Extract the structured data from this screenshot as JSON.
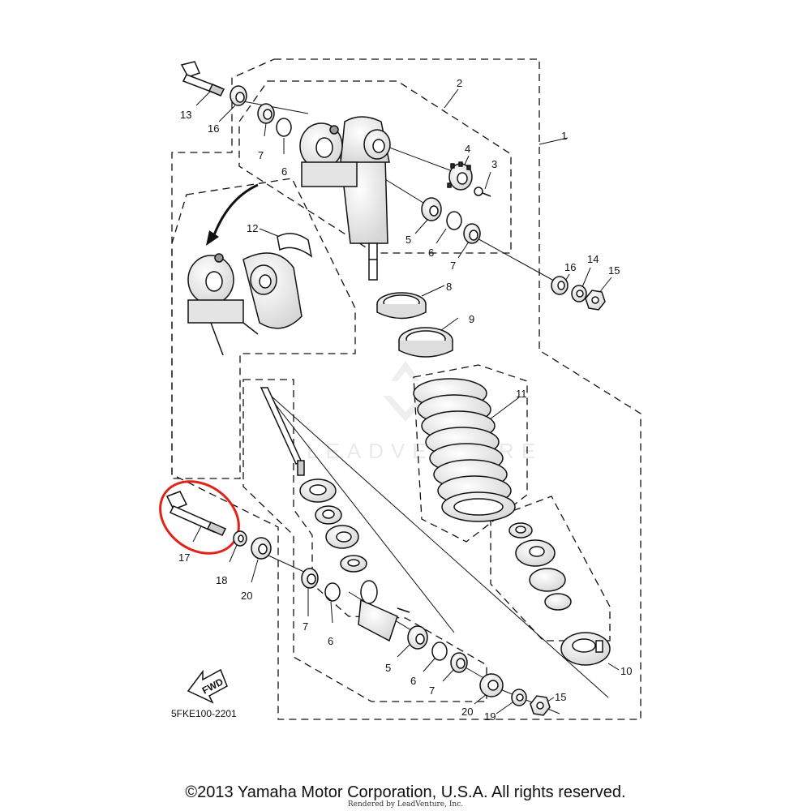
{
  "diagram": {
    "part_code": "5FKE100-2201",
    "fwd_label": "FWD",
    "watermark": "LEADVENTURE",
    "copyright": "©2013 Yamaha Motor Corporation, U.S.A. All rights reserved.",
    "rendered_by": "Rendered by LeadVenture, Inc.",
    "highlighted_part": "17",
    "highlight_color": "#e2231a",
    "callouts": {
      "c1": "1",
      "c2": "2",
      "c3": "3",
      "c4": "4",
      "c5a": "5",
      "c5b": "5",
      "c6a": "6",
      "c6b": "6",
      "c6c": "6",
      "c6d": "6",
      "c7a": "7",
      "c7b": "7",
      "c7c": "7",
      "c7d": "7",
      "c8": "8",
      "c9": "9",
      "c10": "10",
      "c11": "11",
      "c12": "12",
      "c13": "13",
      "c14": "14",
      "c15a": "15",
      "c15b": "15",
      "c16a": "16",
      "c16b": "16",
      "c17": "17",
      "c18": "18",
      "c19": "19",
      "c20a": "20",
      "c20b": "20"
    }
  }
}
